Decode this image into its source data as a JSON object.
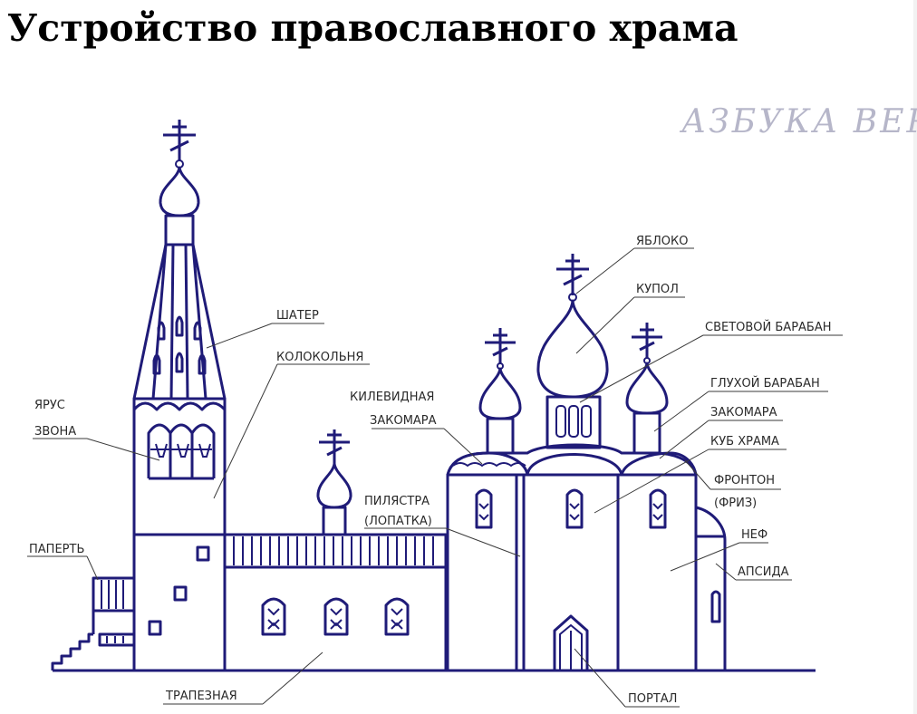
{
  "title": "Устройство православного храма",
  "watermark": "АЗБУКА ВЕРЫ",
  "colors": {
    "outline": "#1f1b78",
    "text": "#2a2a2a",
    "watermark": "#b6b6c9"
  },
  "labels": {
    "shater": "ШАТЕР",
    "kolokolnya": "КОЛОКОЛЬНЯ",
    "yarus": "ЯРУС",
    "zvona": "ЗВОНА",
    "paperty": "ПАПЕРТЬ",
    "trapeznaya": "ТРАПЕЗНАЯ",
    "kilevidnaya": "КИЛЕВИДНАЯ",
    "zakomara_kil": "ЗАКОМАРА",
    "pilyastra": "ПИЛЯСТРА",
    "lopatka": "(ЛОПАТКА)",
    "yabloko": "ЯБЛОКО",
    "kupol": "КУПОЛ",
    "svetovoy_baraban": "СВЕТОВОЙ БАРАБАН",
    "gluhoy_baraban": "ГЛУХОЙ БАРАБАН",
    "zakomara": "ЗАКОМАРА",
    "kub_hrama": "КУБ ХРАМА",
    "fronton": "ФРОНТОН",
    "friz": "(ФРИЗ)",
    "nef": "НЕФ",
    "apsida": "АПСИДА",
    "portal": "ПОРТАЛ"
  }
}
